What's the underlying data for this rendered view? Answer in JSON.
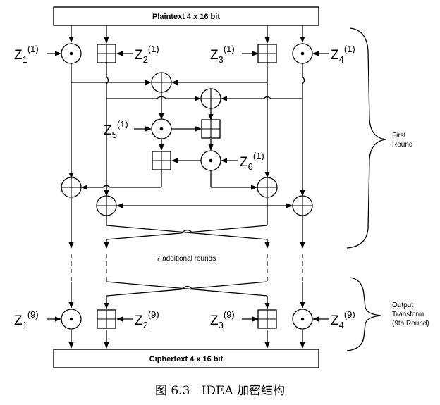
{
  "plaintext_label": "Plaintext 4 x 16 bit",
  "ciphertext_label": "Ciphertext 4 x 16 bit",
  "middle_label": "7 additional rounds",
  "first_round_label_line1": "First",
  "first_round_label_line2": "Round",
  "output_label_line1": "Output",
  "output_label_line2": "Transform",
  "output_label_line3": "(9th Round)",
  "keys_round1": {
    "z1": {
      "base": "Z",
      "sub": "1",
      "sup": "(1)"
    },
    "z2": {
      "base": "Z",
      "sub": "2",
      "sup": "(1)"
    },
    "z3": {
      "base": "Z",
      "sub": "3",
      "sup": "(1)"
    },
    "z4": {
      "base": "Z",
      "sub": "4",
      "sup": "(1)"
    },
    "z5": {
      "base": "Z",
      "sub": "5",
      "sup": "(1)"
    },
    "z6": {
      "base": "Z",
      "sub": "6",
      "sup": "(1)"
    }
  },
  "keys_round9": {
    "z1": {
      "base": "Z",
      "sub": "1",
      "sup": "(9)"
    },
    "z2": {
      "base": "Z",
      "sub": "2",
      "sup": "(9)"
    },
    "z3": {
      "base": "Z",
      "sub": "3",
      "sup": "(9)"
    },
    "z4": {
      "base": "Z",
      "sub": "4",
      "sup": "(9)"
    }
  },
  "caption": "图 6.3   IDEA 加密结构"
}
